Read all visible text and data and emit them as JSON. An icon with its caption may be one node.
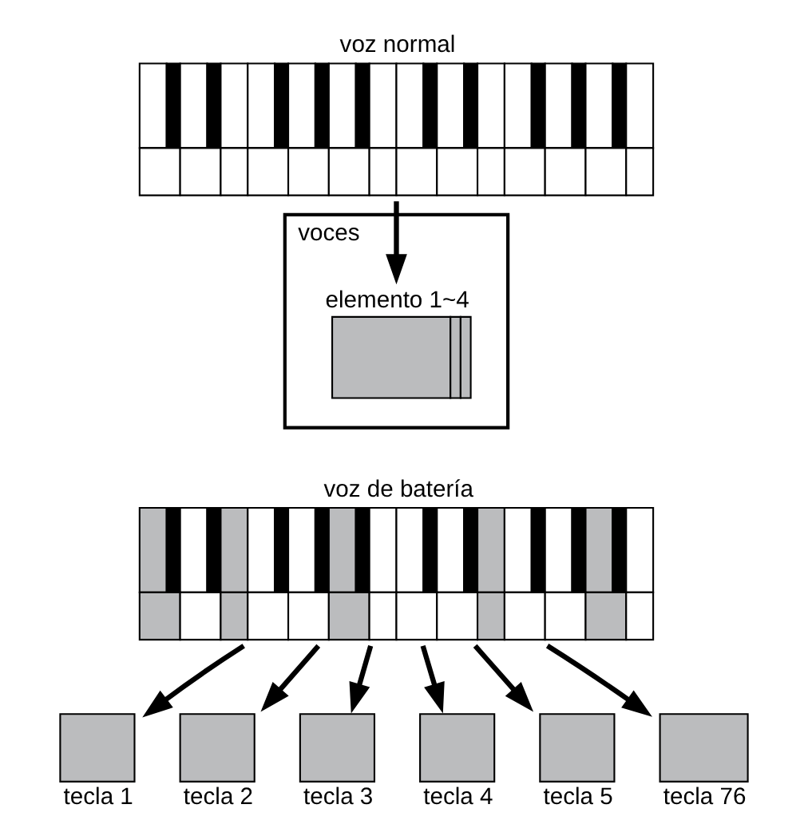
{
  "diagram": {
    "nodes": [
      {
        "text": [
          "voz normal"
        ]
      },
      {
        "text": [
          "voces"
        ]
      },
      {
        "text": [
          "elemento 1~4"
        ],
        "in": 1
      },
      {
        "text": [
          "voz de batería"
        ]
      },
      {
        "text": [
          "tecla 1"
        ]
      },
      {
        "text": [
          "tecla 2"
        ]
      },
      {
        "text": [
          "tecla 3"
        ]
      },
      {
        "text": [
          "tecla 4"
        ]
      },
      {
        "text": [
          "tecla 5"
        ]
      },
      {
        "text": [
          "tecla 76"
        ]
      }
    ],
    "edges": [
      {
        "from": 0,
        "to": 2,
        "arrow": "to"
      },
      {
        "from": 3,
        "to": 4,
        "arrow": "to"
      },
      {
        "from": 3,
        "to": 5,
        "arrow": "to"
      },
      {
        "from": 3,
        "to": 6,
        "arrow": "to"
      },
      {
        "from": 3,
        "to": 7,
        "arrow": "to"
      },
      {
        "from": 3,
        "to": 8,
        "arrow": "to"
      },
      {
        "from": 3,
        "to": 9,
        "arrow": "to"
      }
    ]
  }
}
